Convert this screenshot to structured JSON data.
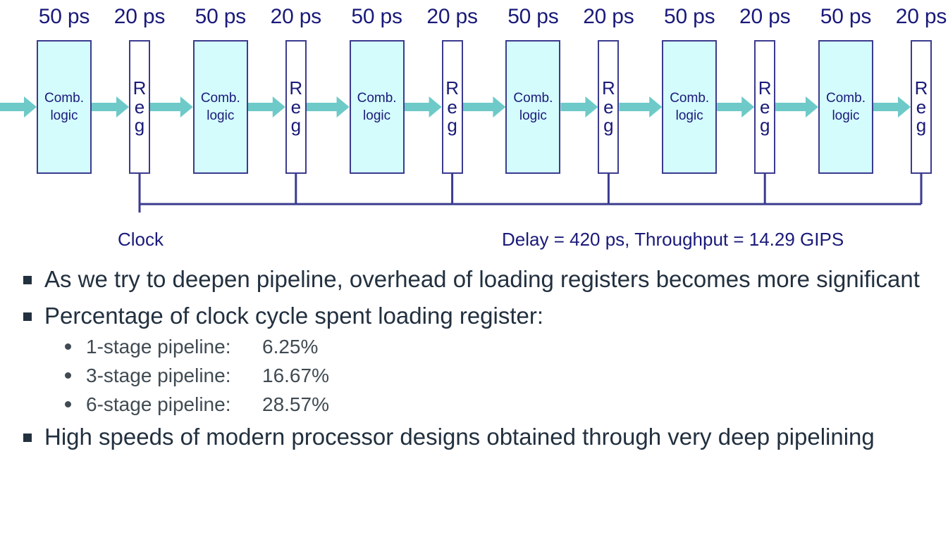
{
  "diagram": {
    "title": "six-stage-pipeline",
    "colors": {
      "comb_fill": "#d4fcfc",
      "reg_fill": "#ffffff",
      "box_stroke": "#3b3b8f",
      "arrow": "#6ecac8",
      "label_text": "#1a1a7a",
      "clock_line": "#3b3b8f"
    },
    "stages": [
      {
        "delay": "50 ps",
        "kind": "comb",
        "label_line1": "Comb.",
        "label_line2": "logic"
      },
      {
        "delay": "20 ps",
        "kind": "reg",
        "letters": [
          "R",
          "e",
          "g"
        ]
      },
      {
        "delay": "50 ps",
        "kind": "comb",
        "label_line1": "Comb.",
        "label_line2": "logic"
      },
      {
        "delay": "20 ps",
        "kind": "reg",
        "letters": [
          "R",
          "e",
          "g"
        ]
      },
      {
        "delay": "50 ps",
        "kind": "comb",
        "label_line1": "Comb.",
        "label_line2": "logic"
      },
      {
        "delay": "20 ps",
        "kind": "reg",
        "letters": [
          "R",
          "e",
          "g"
        ]
      },
      {
        "delay": "50 ps",
        "kind": "comb",
        "label_line1": "Comb.",
        "label_line2": "logic"
      },
      {
        "delay": "20 ps",
        "kind": "reg",
        "letters": [
          "R",
          "e",
          "g"
        ]
      },
      {
        "delay": "50 ps",
        "kind": "comb",
        "label_line1": "Comb.",
        "label_line2": "logic"
      },
      {
        "delay": "20 ps",
        "kind": "reg",
        "letters": [
          "R",
          "e",
          "g"
        ]
      },
      {
        "delay": "50 ps",
        "kind": "comb",
        "label_line1": "Comb.",
        "label_line2": "logic"
      },
      {
        "delay": "20 ps",
        "kind": "reg",
        "letters": [
          "R",
          "e",
          "g"
        ]
      }
    ],
    "clock_label": "Clock",
    "summary_label": "Delay = 420 ps, Throughput = 14.29 GIPS"
  },
  "bullets": {
    "b1": "As we try to deepen pipeline, overhead of loading registers becomes more significant",
    "b2": "Percentage of clock cycle spent loading register:",
    "sub": [
      {
        "name": "1-stage pipeline:",
        "value": "6.25%"
      },
      {
        "name": "3-stage pipeline:",
        "value": "16.67%"
      },
      {
        "name": "6-stage pipeline:",
        "value": "28.57%"
      }
    ],
    "b3": "High speeds of modern processor designs obtained through very deep pipelining"
  }
}
